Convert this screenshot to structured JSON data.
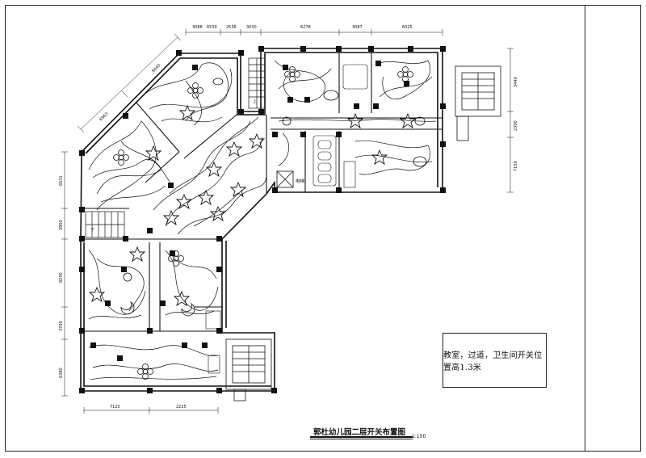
{
  "drawing": {
    "title": "郭杜幼儿园二层开关布置图",
    "scale": "1:150",
    "note": "教室，过道，卫生间开关位置高1.3米"
  },
  "dimensions": {
    "top": [
      "3088",
      "6530",
      "2536",
      "3030",
      "6278",
      "3087",
      "6025"
    ],
    "left": [
      "6531",
      "3950",
      "8250",
      "3700",
      "6380"
    ],
    "bottom": [
      "7120",
      "2225"
    ],
    "right": [
      "3440",
      "2300",
      "7150"
    ],
    "diagonal": [
      "8640",
      "6963"
    ]
  },
  "labels": {
    "elevator": "电梯",
    "up": "上",
    "down": "下"
  }
}
